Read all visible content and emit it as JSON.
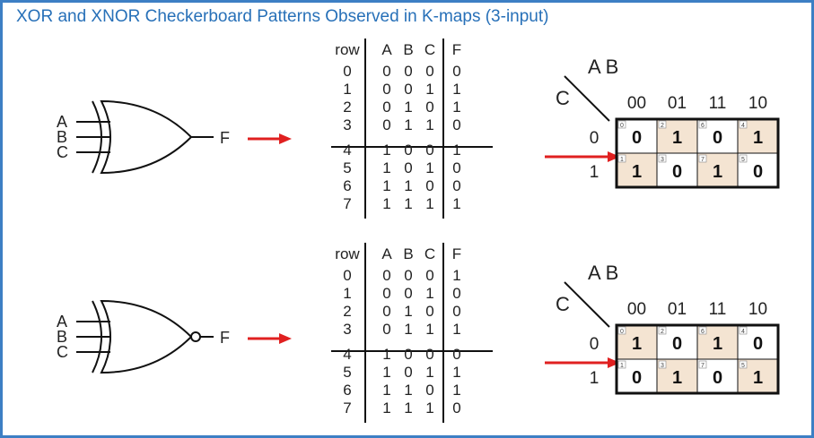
{
  "title": "XOR and XNOR Checkerboard Patterns Observed in K-maps (3-input)",
  "colors": {
    "title": "#2770b8",
    "frame": "#3d7fc4",
    "arrow": "#e02020",
    "highlight": "#f4e4d2"
  },
  "gates": [
    {
      "inputs": [
        "A",
        "B",
        "C"
      ],
      "output": "F",
      "bubble": false,
      "table": {
        "headers": [
          "row",
          "A",
          "B",
          "C",
          "F"
        ],
        "rows": [
          [
            "0",
            "0",
            "0",
            "0",
            "0"
          ],
          [
            "1",
            "0",
            "0",
            "1",
            "1"
          ],
          [
            "2",
            "0",
            "1",
            "0",
            "1"
          ],
          [
            "3",
            "0",
            "1",
            "1",
            "0"
          ],
          [
            "4",
            "1",
            "0",
            "0",
            "1"
          ],
          [
            "5",
            "1",
            "0",
            "1",
            "0"
          ],
          [
            "6",
            "1",
            "1",
            "0",
            "0"
          ],
          [
            "7",
            "1",
            "1",
            "1",
            "1"
          ]
        ]
      },
      "kmap": {
        "top_var": "A B",
        "side_var": "C",
        "col_labels": [
          "00",
          "01",
          "11",
          "10"
        ],
        "row_labels": [
          "0",
          "1"
        ],
        "cells": [
          [
            {
              "idx": "0",
              "val": "0",
              "hl": false
            },
            {
              "idx": "2",
              "val": "1",
              "hl": true
            },
            {
              "idx": "6",
              "val": "0",
              "hl": false
            },
            {
              "idx": "4",
              "val": "1",
              "hl": true
            }
          ],
          [
            {
              "idx": "1",
              "val": "1",
              "hl": true
            },
            {
              "idx": "3",
              "val": "0",
              "hl": false
            },
            {
              "idx": "7",
              "val": "1",
              "hl": true
            },
            {
              "idx": "5",
              "val": "0",
              "hl": false
            }
          ]
        ]
      }
    },
    {
      "inputs": [
        "A",
        "B",
        "C"
      ],
      "output": "F",
      "bubble": true,
      "table": {
        "headers": [
          "row",
          "A",
          "B",
          "C",
          "F"
        ],
        "rows": [
          [
            "0",
            "0",
            "0",
            "0",
            "1"
          ],
          [
            "1",
            "0",
            "0",
            "1",
            "0"
          ],
          [
            "2",
            "0",
            "1",
            "0",
            "0"
          ],
          [
            "3",
            "0",
            "1",
            "1",
            "1"
          ],
          [
            "4",
            "1",
            "0",
            "0",
            "0"
          ],
          [
            "5",
            "1",
            "0",
            "1",
            "1"
          ],
          [
            "6",
            "1",
            "1",
            "0",
            "1"
          ],
          [
            "7",
            "1",
            "1",
            "1",
            "0"
          ]
        ]
      },
      "kmap": {
        "top_var": "A B",
        "side_var": "C",
        "col_labels": [
          "00",
          "01",
          "11",
          "10"
        ],
        "row_labels": [
          "0",
          "1"
        ],
        "cells": [
          [
            {
              "idx": "0",
              "val": "1",
              "hl": true
            },
            {
              "idx": "2",
              "val": "0",
              "hl": false
            },
            {
              "idx": "6",
              "val": "1",
              "hl": true
            },
            {
              "idx": "4",
              "val": "0",
              "hl": false
            }
          ],
          [
            {
              "idx": "1",
              "val": "0",
              "hl": false
            },
            {
              "idx": "3",
              "val": "1",
              "hl": true
            },
            {
              "idx": "7",
              "val": "0",
              "hl": false
            },
            {
              "idx": "5",
              "val": "1",
              "hl": true
            }
          ]
        ]
      }
    }
  ]
}
